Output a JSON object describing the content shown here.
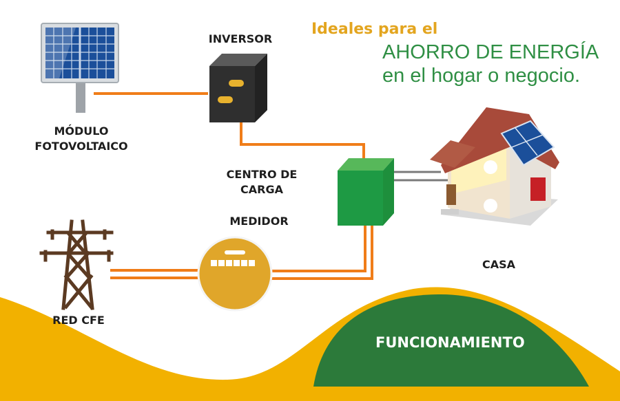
{
  "headline": {
    "line1": "Ideales para el",
    "line2": "AHORRO DE ENERGÍA",
    "line3": "en el hogar o negocio."
  },
  "labels": {
    "panel_line1": "MÓDULO",
    "panel_line2": "FOTOVOLTAICO",
    "inverter": "INVERSOR",
    "load_center_line1": "CENTRO DE",
    "load_center_line2": "CARGA",
    "meter": "MEDIDOR",
    "grid": "RED CFE",
    "house": "CASA"
  },
  "banner": {
    "title": "FUNCIONAMIENTO"
  },
  "colors": {
    "wire": "#f07d19",
    "accent_yellow": "#f2b100",
    "green_dark": "#2c7a3a",
    "green_box": "#1e9a44",
    "meter_gold": "#e0a62a",
    "inverter_dark": "#2f2f2f",
    "tower_brown": "#5b3a22"
  }
}
